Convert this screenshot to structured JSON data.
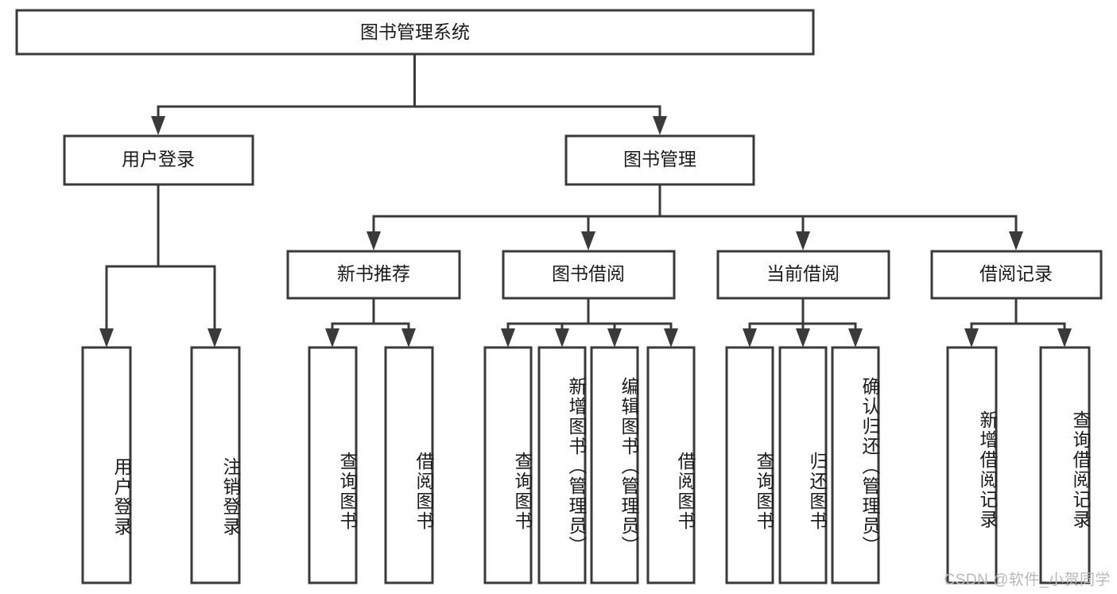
{
  "diagram": {
    "type": "tree-hierarchy",
    "title": "图书管理系统",
    "orientation": "top-down",
    "colors": {
      "box_stroke": "#3a3a3a",
      "box_fill": "#ffffff",
      "text": "#1a1a1a",
      "background": "#ffffff",
      "watermark": "#b8b8b8"
    },
    "root": {
      "label": "图书管理系统"
    },
    "level2": [
      {
        "label": "用户登录"
      },
      {
        "label": "图书管理"
      }
    ],
    "level3": [
      {
        "label": "新书推荐"
      },
      {
        "label": "图书借阅"
      },
      {
        "label": "当前借阅"
      },
      {
        "label": "借阅记录"
      }
    ],
    "leaves": {
      "user_login": [
        {
          "label": "用户登录"
        },
        {
          "label": "注销登录"
        }
      ],
      "new_book_recommend": [
        {
          "label": "查询图书"
        },
        {
          "label": "借阅图书"
        }
      ],
      "book_borrow": [
        {
          "label": "查询图书"
        },
        {
          "label": "新增图书（管理员）"
        },
        {
          "label": "编辑图书（管理员）"
        },
        {
          "label": "借阅图书"
        }
      ],
      "current_borrow": [
        {
          "label": "查询图书"
        },
        {
          "label": "归还图书"
        },
        {
          "label": "确认归还（管理员）"
        }
      ],
      "borrow_record": [
        {
          "label": "新增借阅记录"
        },
        {
          "label": "查询借阅记录"
        }
      ]
    }
  },
  "watermark": {
    "text": "CSDN @软件_小贺同学"
  }
}
